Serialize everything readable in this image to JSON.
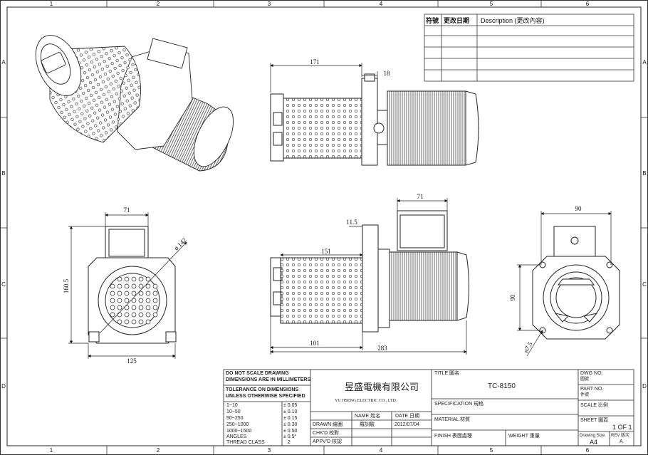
{
  "grid": {
    "columns": [
      "1",
      "2",
      "3",
      "4",
      "5",
      "6"
    ],
    "rows": [
      "A",
      "B",
      "C",
      "D"
    ]
  },
  "revision_table": {
    "col_rev": "符號",
    "col_date": "更改日期",
    "col_desc": "Description (更改內容)"
  },
  "dimensions": {
    "side_total_body": "171",
    "side_flange": "18",
    "front_width_top": "71",
    "front_diameter": "ø 142",
    "front_height": "160.5",
    "front_width_bottom": "125",
    "lower_top": "71",
    "lower_flange": "11.5",
    "lower_body": "151",
    "lower_to_flange": "101",
    "lower_total": "283",
    "right_width": "90",
    "right_height": "90",
    "right_hole": "ø7.5"
  },
  "title_block": {
    "notice_1": "DO NOT SCALE DRAWING",
    "notice_2": "DIMENSIONS ARE IN MILLIMETERS",
    "tolerance_1": "TOLERANCE ON DIMENSIONS",
    "tolerance_2": "UNLESS OTHERWISE SPECIFIED",
    "tolerances": [
      {
        "range": "1~10",
        "tol": "± 0.05"
      },
      {
        "range": "10~50",
        "tol": "± 0.10"
      },
      {
        "range": "50~250",
        "tol": "± 0.15"
      },
      {
        "range": "250~1000",
        "tol": "± 0.30"
      },
      {
        "range": "1000~1500",
        "tol": "± 0.50"
      },
      {
        "range": "ANGLES",
        "tol": "± 0.5°"
      },
      {
        "range": "THREAD CLASS",
        "tol": "2"
      }
    ],
    "company_cn": "昱盛電機有限公司",
    "company_en": "YU HSENG ELECTRIC CO., LTD.",
    "name_label": "NAME 姓名",
    "date_label": "DATE 日期",
    "drawn_label": "DRAWN 繪圖",
    "drawn_name": "羅訓駿",
    "drawn_date": "2012/07/04",
    "chkd_label": "CHK'D 校對",
    "appvd_label": "APPV'D 核認",
    "title_label": "TITLE 圖名",
    "title_value": "TC-8150",
    "spec_label": "SPECIFICATION 規格",
    "material_label": "MATERIAL 材質",
    "finish_label": "FINISH 表面處理",
    "weight_label": "WEIGHT 重量",
    "dwg_label": "DWG NO.",
    "dwg_label_cn": "圖號",
    "part_label": "PART NO.",
    "part_label_cn": "件號",
    "scale_label": "SCALE 比例",
    "sheet_label": "SHEET 圖頁",
    "sheet_value": "1 OF 1",
    "size_label": "Drawing Size",
    "size_value": "A4",
    "rev_label": "REV 版次",
    "rev_value": "A"
  }
}
